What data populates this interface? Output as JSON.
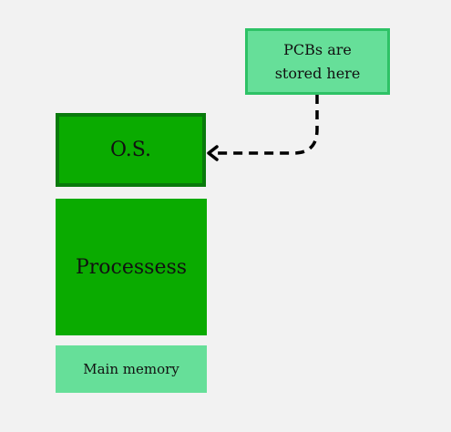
{
  "diagram": {
    "os_label": "O.S.",
    "processes_label": "Processess",
    "memory_label": "Main memory",
    "note_lines": [
      "PCBs are",
      "stored here"
    ]
  },
  "colors": {
    "background": "#f2f2f2",
    "block_green": "#0aab00",
    "block_border": "#097a0c",
    "light_green": "#66df99",
    "note_border": "#2ec266",
    "arrow": "#000000"
  }
}
